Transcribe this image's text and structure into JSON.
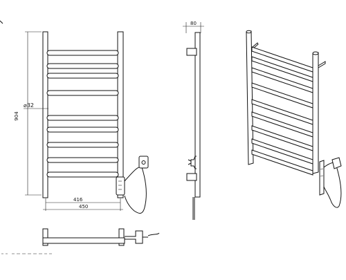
{
  "drawing": {
    "dimensions": {
      "height": "904",
      "rail_diameter": "⌀32",
      "rail_spacing": "416",
      "overall_width": "450",
      "depth": "80"
    },
    "views": [
      "front-view",
      "side-view",
      "perspective-view",
      "top-view"
    ],
    "rung_count": 9,
    "colors": {
      "line": "#111111",
      "background": "#ffffff"
    }
  }
}
